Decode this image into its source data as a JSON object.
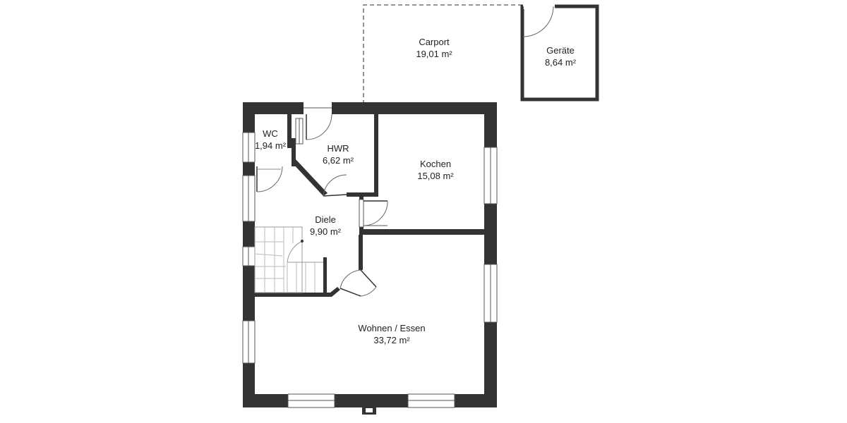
{
  "rooms": {
    "carport": {
      "name": "Carport",
      "area": "19,01 m²"
    },
    "geraete": {
      "name": "Geräte",
      "area": "8,64 m²"
    },
    "wc": {
      "name": "WC",
      "area": "1,94 m²"
    },
    "hwr": {
      "name": "HWR",
      "area": "6,62 m²"
    },
    "kochen": {
      "name": "Kochen",
      "area": "15,08 m²"
    },
    "diele": {
      "name": "Diele",
      "area": "9,90 m²"
    },
    "wohnen": {
      "name": "Wohnen / Essen",
      "area": "33,72 m²"
    }
  },
  "colors": {
    "wall": "#333333",
    "line": "#555555",
    "background": "#ffffff"
  }
}
